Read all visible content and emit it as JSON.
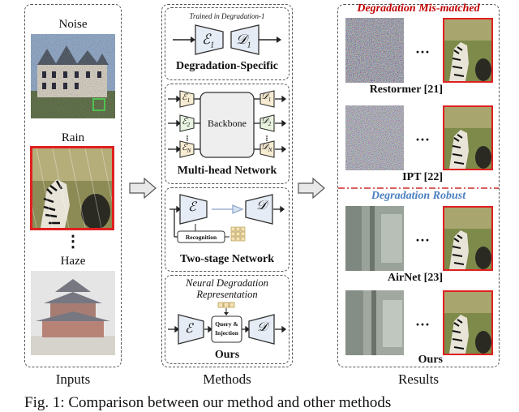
{
  "inputs": {
    "column_label": "Inputs",
    "items": [
      {
        "label": "Noise"
      },
      {
        "label": "Rain"
      },
      {
        "label": "Haze"
      }
    ],
    "ellipsis": "⋮"
  },
  "methods": {
    "column_label": "Methods",
    "specific": {
      "note": "Trained in Degradation-1",
      "enc": "ℰ",
      "enc_sub": "1",
      "dec": "𝒟",
      "dec_sub": "1",
      "title": "Degradation-Specific"
    },
    "multihead": {
      "backbone": "Backbone",
      "enc_subs": [
        "1",
        "2",
        "N"
      ],
      "dec_subs": [
        "1",
        "2",
        "N"
      ],
      "title": "Multi-head Network"
    },
    "twostage": {
      "enc": "ℰ",
      "dec": "𝒟",
      "recognition": "Recognition",
      "title": "Two-stage Network"
    },
    "ours": {
      "header_line1": "Neural Degradation",
      "header_line2": "Representation",
      "enc": "ℰ",
      "dec": "𝒟",
      "query_line1": "Query &",
      "query_line2": "Injection",
      "title": "Ours"
    }
  },
  "results": {
    "column_label": "Results",
    "mismatch_header": "Degradation Mis-matched",
    "robust_header": "Degradation Robust",
    "ellipsis": "···",
    "rows": [
      {
        "name": "Restormer [21]"
      },
      {
        "name": "IPT [22]"
      },
      {
        "name": "AirNet [23]"
      },
      {
        "name": "Ours"
      }
    ]
  },
  "caption": "Fig. 1: Comparison between our method and other methods",
  "colors": {
    "mismatch": "#c00000",
    "robust": "#4a7fc1",
    "highlight_box": "#e02020",
    "green_box": "#50c050",
    "block_fill": "#e6ecf5",
    "head_fill": "#e8f3e0"
  }
}
